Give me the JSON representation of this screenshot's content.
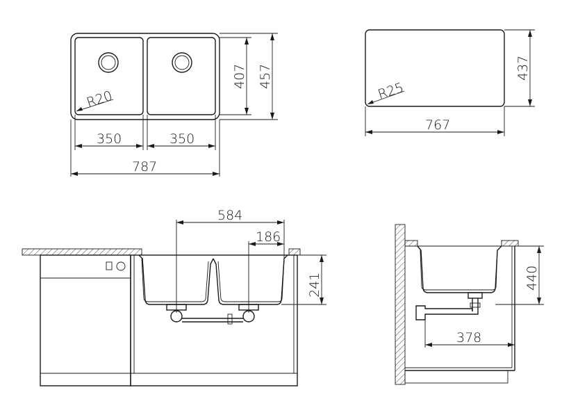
{
  "top_view_double": {
    "radius_label": "R20",
    "bowl_left_width": "350",
    "bowl_right_width": "350",
    "overall_width": "787",
    "inner_depth": "407",
    "overall_depth": "457"
  },
  "top_view_single": {
    "radius_label": "R25",
    "width": "767",
    "depth": "437"
  },
  "front_section": {
    "drain_spacing": "584",
    "drain_offset": "186",
    "bowl_depth": "241"
  },
  "side_section": {
    "height": "440",
    "drain_distance": "378"
  }
}
